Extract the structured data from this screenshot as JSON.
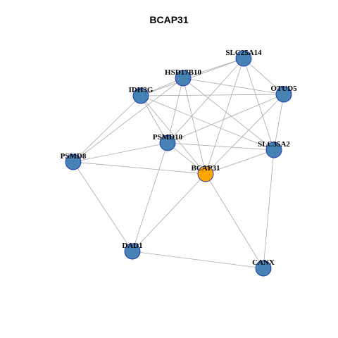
{
  "title": "BCAP31",
  "colors": {
    "hub": "#FFA500",
    "node": "#4682B4",
    "node_stroke": "#1A2FB0",
    "edge": "#A9A9A9"
  },
  "nodes": [
    {
      "id": "BCAP31",
      "label": "BCAP31",
      "role": "hub"
    },
    {
      "id": "SLC25A14",
      "label": "SLC25A14",
      "role": "node"
    },
    {
      "id": "HSD17B10",
      "label": "HSD17B10",
      "role": "node"
    },
    {
      "id": "IDH3G",
      "label": "IDH3G",
      "role": "node"
    },
    {
      "id": "OTUD5",
      "label": "OTUD5",
      "role": "node"
    },
    {
      "id": "PSMD10",
      "label": "PSMD10",
      "role": "node"
    },
    {
      "id": "SLC35A2",
      "label": "SLC35A2",
      "role": "node"
    },
    {
      "id": "PSMD8",
      "label": "PSMD8",
      "role": "node"
    },
    {
      "id": "DAD1",
      "label": "DAD1",
      "role": "node"
    },
    {
      "id": "CANX",
      "label": "CANX",
      "role": "node"
    }
  ],
  "edges": [
    [
      "SLC25A14",
      "HSD17B10"
    ],
    [
      "SLC25A14",
      "IDH3G"
    ],
    [
      "SLC25A14",
      "OTUD5"
    ],
    [
      "SLC25A14",
      "PSMD10"
    ],
    [
      "SLC25A14",
      "SLC35A2"
    ],
    [
      "SLC25A14",
      "BCAP31"
    ],
    [
      "HSD17B10",
      "IDH3G"
    ],
    [
      "HSD17B10",
      "OTUD5"
    ],
    [
      "HSD17B10",
      "PSMD10"
    ],
    [
      "HSD17B10",
      "SLC35A2"
    ],
    [
      "HSD17B10",
      "BCAP31"
    ],
    [
      "HSD17B10",
      "PSMD8"
    ],
    [
      "IDH3G",
      "OTUD5"
    ],
    [
      "IDH3G",
      "PSMD10"
    ],
    [
      "IDH3G",
      "SLC35A2"
    ],
    [
      "IDH3G",
      "BCAP31"
    ],
    [
      "IDH3G",
      "PSMD8"
    ],
    [
      "OTUD5",
      "PSMD10"
    ],
    [
      "OTUD5",
      "SLC35A2"
    ],
    [
      "OTUD5",
      "BCAP31"
    ],
    [
      "PSMD10",
      "SLC35A2"
    ],
    [
      "PSMD10",
      "BCAP31"
    ],
    [
      "PSMD10",
      "PSMD8"
    ],
    [
      "PSMD10",
      "DAD1"
    ],
    [
      "SLC35A2",
      "BCAP31"
    ],
    [
      "SLC35A2",
      "CANX"
    ],
    [
      "BCAP31",
      "PSMD8"
    ],
    [
      "BCAP31",
      "DAD1"
    ],
    [
      "BCAP31",
      "CANX"
    ],
    [
      "PSMD8",
      "DAD1"
    ],
    [
      "DAD1",
      "CANX"
    ]
  ]
}
